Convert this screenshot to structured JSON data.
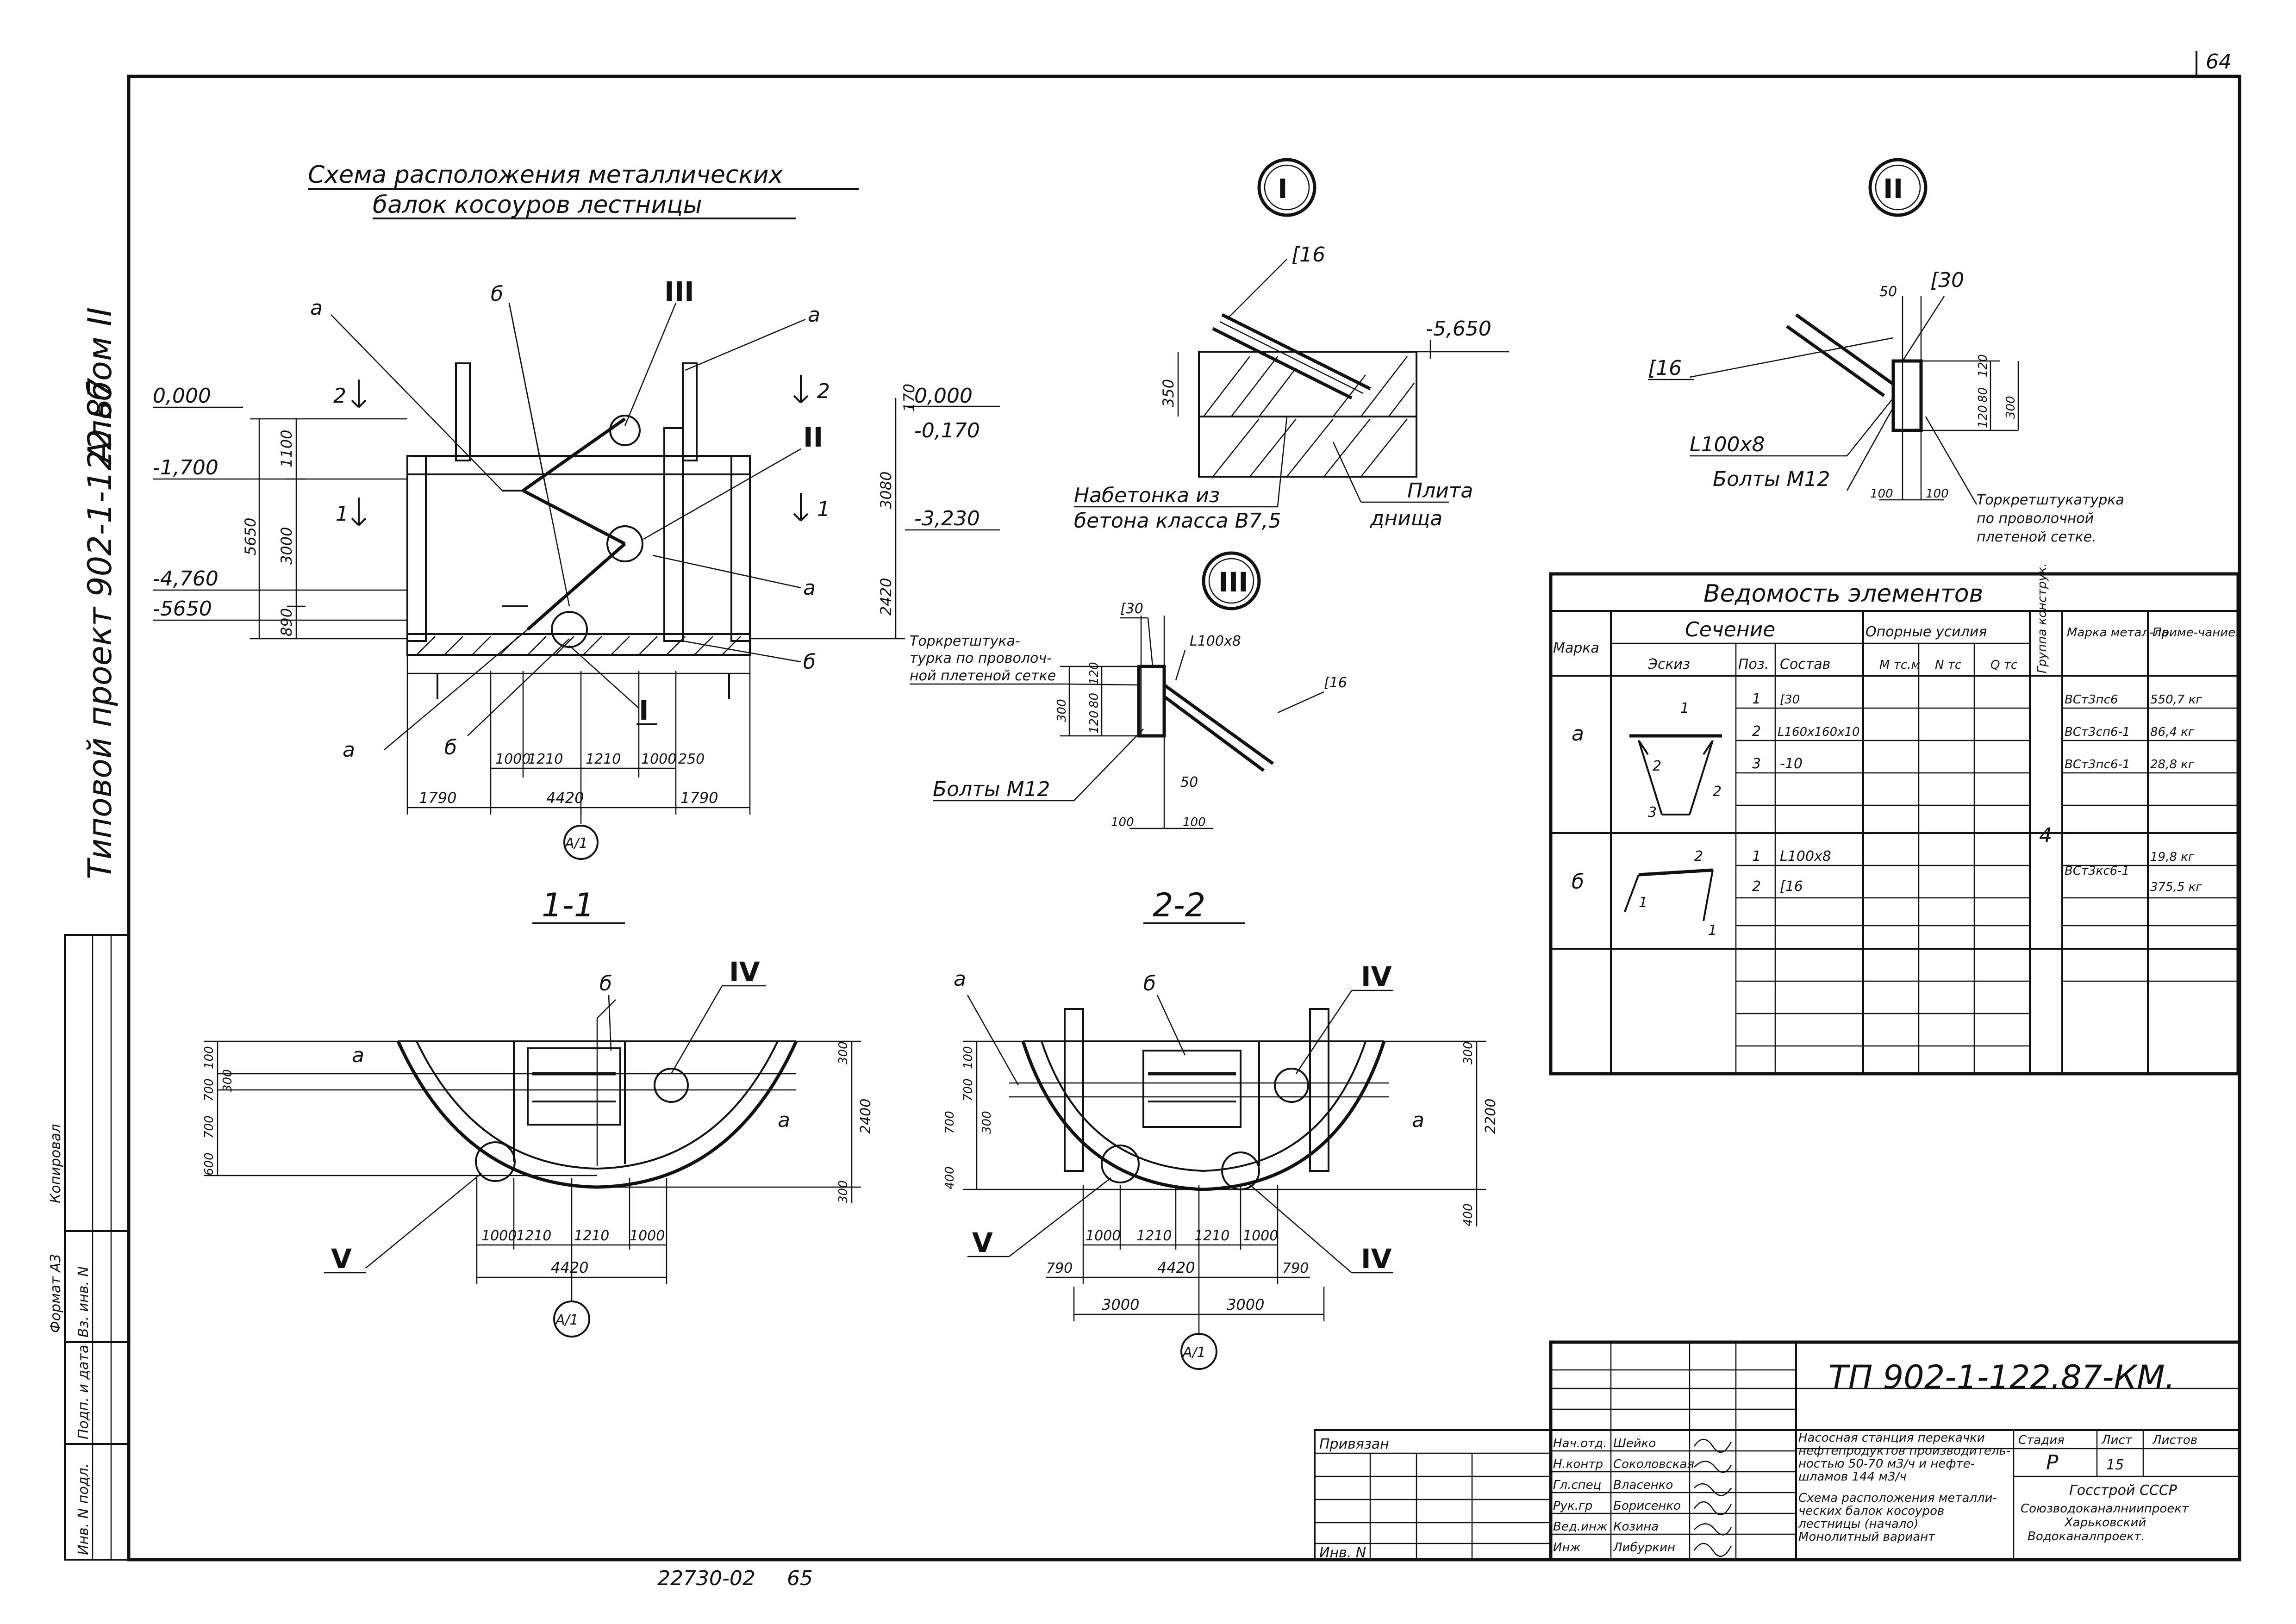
{
  "sheet": {
    "page_number": "64",
    "bottom_number": "22730-02",
    "bottom_page": "65",
    "margin_album": "Альбом II",
    "margin_project": "Типовой проект 902-1-122.87",
    "margin_boxes": [
      "Инв. N подл.",
      "Подп. и дата",
      "Вз. инв. N"
    ],
    "margin_copy": "Копировал",
    "margin_format": "Формат А3"
  },
  "scheme": {
    "title_line1": "Схема расположения металлических",
    "title_line2": "балок косоуров лестницы",
    "labels": {
      "a": "а",
      "b": "б",
      "roman1": "I",
      "roman2": "II",
      "roman3": "III",
      "roman4": "IV",
      "roman5": "V",
      "axis": "А/1",
      "sec1": "1",
      "sec2": "2"
    },
    "levels": [
      "0,000",
      "-1,700",
      "-4,760",
      "-5650",
      "0,000",
      "-0,170",
      "-3,230"
    ],
    "left_dims": [
      "5650",
      "1100",
      "3000",
      "890"
    ],
    "right_dims": [
      "170",
      "3080",
      "2420"
    ],
    "bottom_dims": [
      "1000",
      "1210",
      "1210",
      "1000",
      "250",
      "1790",
      "4420",
      "1790"
    ]
  },
  "detail1": {
    "roman": "I",
    "channel": "[16",
    "level": "-5,650",
    "dim": "350",
    "note1_line1": "Набетонка из",
    "note1_line2": "бетона класса В7,5",
    "note2_line1": "Плита",
    "note2_line2": "днища"
  },
  "detail2": {
    "roman": "II",
    "channel_top": "[30",
    "channel_left": "[16",
    "dim_50": "50",
    "dims_right": [
      "120",
      "80",
      "120",
      "300"
    ],
    "dims_bottom": [
      "100",
      "100"
    ],
    "angle": "L100x8",
    "bolts": "Болты М12",
    "note_line1": "Торкретштукатурка",
    "note_line2": "по проволочной",
    "note_line3": "плетеной сетке."
  },
  "detail3": {
    "roman": "III",
    "channel_top": "[30",
    "angle": "L100x8",
    "channel_right": "[16",
    "note_line1": "Торкретштука-",
    "note_line2": "турка по проволоч-",
    "note_line3": "ной плетеной сетке",
    "dims_left": [
      "300",
      "120",
      "80",
      "120"
    ],
    "dim_50": "50",
    "dims_bottom": [
      "100",
      "100"
    ],
    "bolts": "Болты М12"
  },
  "section11": {
    "title": "1-1",
    "label_b": "б",
    "label_a": "а",
    "roman4": "IV",
    "roman5": "V",
    "dims_left": [
      "100",
      "700",
      "700",
      "600",
      "300"
    ],
    "dims_right": [
      "300",
      "2400",
      "300"
    ],
    "dims_bottom": [
      "1000",
      "1210",
      "1210",
      "1000"
    ],
    "total": "4420",
    "axis": "А/1"
  },
  "section22": {
    "title": "2-2",
    "label_b": "б",
    "label_a": "а",
    "roman4": "IV",
    "roman5": "V",
    "dims_left": [
      "100",
      "700",
      "700",
      "300",
      "400"
    ],
    "dims_right": [
      "300",
      "2200",
      "400"
    ],
    "dims_bottom": [
      "1000",
      "1210",
      "1210",
      "1000"
    ],
    "side_dims": [
      "790",
      "4420",
      "790"
    ],
    "half_dims": [
      "3000",
      "3000"
    ],
    "axis": "А/1"
  },
  "table": {
    "title": "Ведомость элементов",
    "headers": {
      "mark": "Марка",
      "section": "Сечение",
      "sketch": "Эскиз",
      "pos": "Поз.",
      "composition": "Состав",
      "forces": "Опорные усилия",
      "M": "М тс.м",
      "N": "N тс",
      "Q": "Q тс",
      "group": "Группа конструк.",
      "steel": "Марка метал-ла",
      "note": "Приме-чание."
    },
    "group_value": "4",
    "rows": [
      {
        "mark": "а",
        "pos": "1",
        "comp": "[30",
        "steel": "ВСт3пс6",
        "note": "550,7 кг"
      },
      {
        "mark": "",
        "pos": "2",
        "comp": "L160x160x10",
        "steel": "ВСт3сп6-1",
        "note": "86,4 кг"
      },
      {
        "mark": "",
        "pos": "3",
        "comp": "-10",
        "steel": "ВСт3пс6-1",
        "note": "28,8 кг"
      },
      {
        "mark": "б",
        "pos": "1",
        "comp": "L100x8",
        "steel": "ВСт3кс6-1",
        "note": "19,8 кг"
      },
      {
        "mark": "",
        "pos": "2",
        "comp": "[16",
        "steel": "",
        "note": "375,5 кг"
      }
    ],
    "sketch_a_labels": [
      "1",
      "2",
      "3",
      "2"
    ],
    "sketch_b_labels": [
      "2",
      "1",
      "1"
    ]
  },
  "stamp": {
    "code": "ТП 902-1-122.87-КМ.",
    "privyazan": "Привязан",
    "inv": "Инв. N",
    "roles": [
      "Нач.отд.",
      "Н.контр",
      "Гл.спец",
      "Рук.гр",
      "Вед.инж",
      "Инж"
    ],
    "names": [
      "Шейко",
      "Соколовская",
      "Власенко",
      "Борисенко",
      "Козина",
      "Либуркин"
    ],
    "description_line1": "Насосная станция перекачки",
    "description_line2": "нефтепродуктов производитель-",
    "description_line3": "ностью 50-70 м3/ч и нефте-",
    "description_line4": "шламов 144 м3/ч",
    "description_line5": "Схема расположения металли-",
    "description_line6": "ческих балок косоуров",
    "description_line7": "лестницы (начало)",
    "description_line8": "Монолитный вариант",
    "stage_h": "Стадия",
    "sheet_h": "Лист",
    "sheets_h": "Листов",
    "stage": "Р",
    "sheet_no": "15",
    "org_line1": "Госстрой СССР",
    "org_line2": "Союзводоканалниипроект",
    "org_line3": "Харьковский",
    "org_line4": "Водоканалпроект."
  }
}
